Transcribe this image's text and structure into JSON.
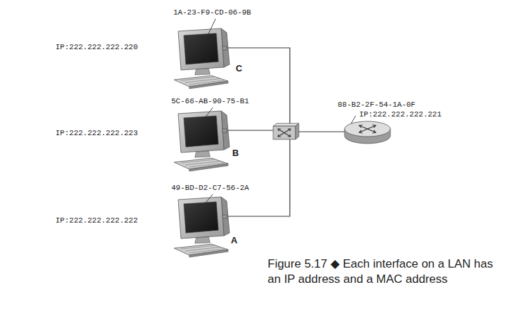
{
  "diagram": {
    "caption": "Figure 5.17 ◆ Each interface on a LAN has an IP address and a MAC address",
    "labels": [
      "1A-23-F9-CD-06-9B",
      "IP:222.222.222.220",
      "C",
      "88-B2-2F-54-1A-0F",
      "IP:222.222.222.221",
      "5C-66-AB-90-75-B1",
      "IP:222.222.222.223",
      "B",
      "49-BD-D2-C7-56-2A",
      "IP:222.222.222.222",
      "A"
    ]
  }
}
